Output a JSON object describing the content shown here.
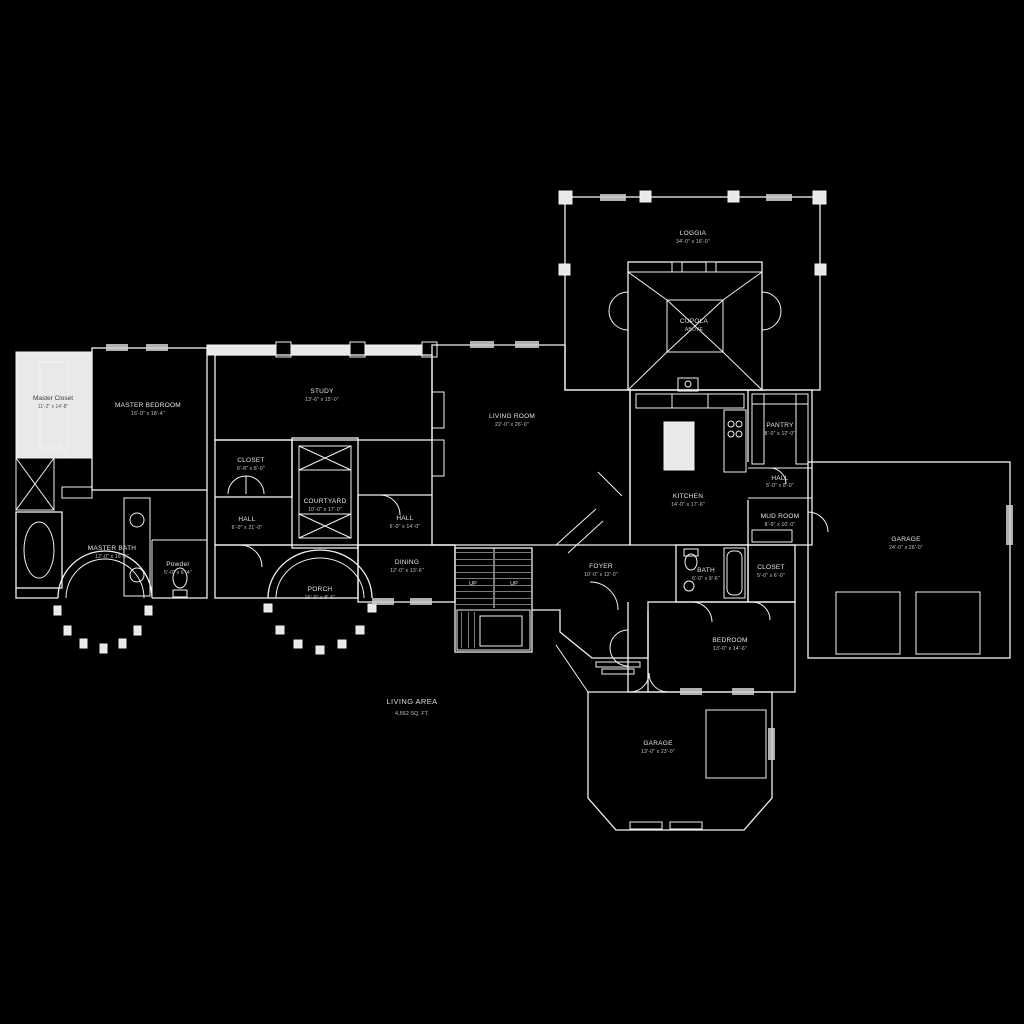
{
  "colors": {
    "background": "#000000",
    "line": "#f2f2f2",
    "light_room_fill": "#e9e9e9",
    "label_text": "#e6e6e6",
    "dark_label_text": "#3a3a3a"
  },
  "rooms": {
    "master_closet": {
      "name": "Master Closet",
      "dims": "11'-2\" x 14'-8\""
    },
    "master_bedroom": {
      "name": "MASTER BEDROOM",
      "dims": "16'-0\" x 18'-4\""
    },
    "master_bath": {
      "name": "MASTER BATH",
      "dims": "12'-0\" x 16'-0\""
    },
    "powder": {
      "name": "Powder",
      "dims": "5'-0\" x 6'-4\""
    },
    "study": {
      "name": "STUDY",
      "dims": "13'-6\" x 15'-0\""
    },
    "closet_hall": {
      "name": "CLOSET",
      "dims": "6'-8\" x 8'-0\""
    },
    "hall_west": {
      "name": "HALL",
      "dims": "6'-0\" x 21'-0\""
    },
    "courtyard": {
      "name": "COURTYARD",
      "dims": "10'-0\" x 17'-0\""
    },
    "hall_east": {
      "name": "HALL",
      "dims": "6'-0\" x 14'-0\""
    },
    "dining": {
      "name": "DINING",
      "dims": "12'-0\" x 13'-6\""
    },
    "porch": {
      "name": "PORCH",
      "dims": "16'-0\" x 8'-6\""
    },
    "living_room": {
      "name": "LIVING ROOM",
      "dims": "22'-0\" x 26'-0\""
    },
    "foyer": {
      "name": "FOYER",
      "dims": "10'-0\" x 12'-0\""
    },
    "kitchen": {
      "name": "KITCHEN",
      "dims": "14'-0\" x 17'-6\""
    },
    "pantry": {
      "name": "PANTRY",
      "dims": "8'-0\" x 12'-0\""
    },
    "hall_rear": {
      "name": "HALL",
      "dims": "5'-0\" x 8'-0\""
    },
    "mud_room": {
      "name": "MUD ROOM",
      "dims": "8'-0\" x 10'-0\""
    },
    "bath": {
      "name": "BATH",
      "dims": "6'-0\" x 9'-6\""
    },
    "closet_guest": {
      "name": "CLOSET",
      "dims": "5'-0\" x 6'-0\""
    },
    "bedroom": {
      "name": "BEDROOM",
      "dims": "13'-0\" x 14'-6\""
    },
    "garage_side": {
      "name": "GARAGE",
      "dims": "24'-0\" x 26'-0\""
    },
    "garage_rear": {
      "name": "GARAGE",
      "dims": "13'-0\" x 23'-0\""
    },
    "loggia": {
      "name": "LOGGIA",
      "dims": "34'-0\" x 16'-0\""
    },
    "cupola": {
      "name": "CUPOLA",
      "dims": "ABOVE"
    }
  },
  "stairs": {
    "up_label": "UP"
  },
  "annotations": {
    "living_area_line1": "LIVING AREA",
    "living_area_line2": "4,562 SQ. FT."
  }
}
